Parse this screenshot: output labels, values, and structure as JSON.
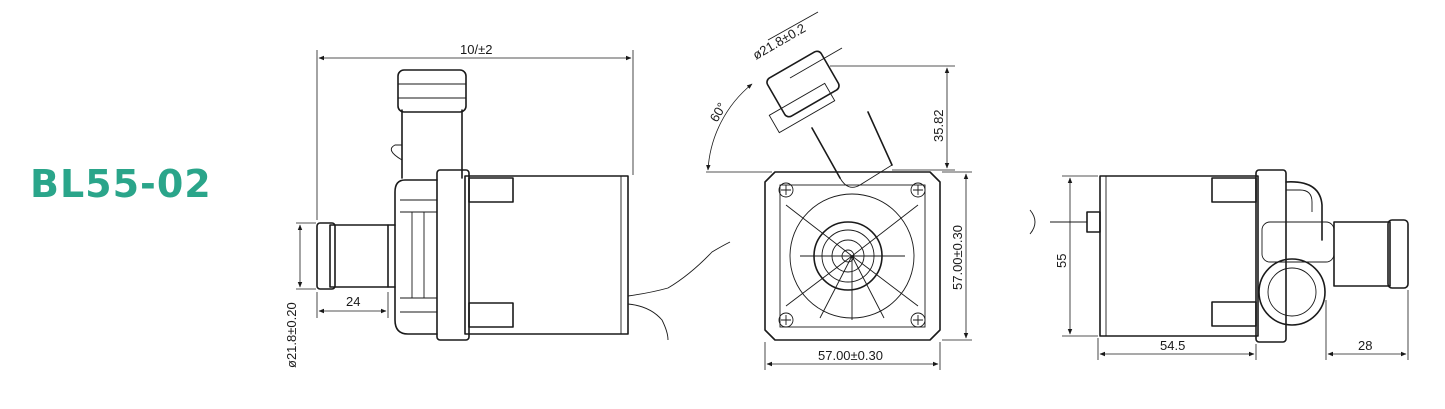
{
  "model": {
    "name": "BL55-02",
    "color": "#2aa58a"
  },
  "dims": {
    "side_length": "10/±2",
    "side_inlet_dia": "ø21.8±0.20",
    "side_inlet_len": "24",
    "front_outlet_dia": "ø21.8±0.2",
    "front_angle": "60°",
    "front_height": "35.82",
    "front_width": "57.00±0.30",
    "front_side": "57.00±0.30",
    "rear_height": "55",
    "rear_length": "54.5",
    "rear_outlet_len": "28"
  }
}
